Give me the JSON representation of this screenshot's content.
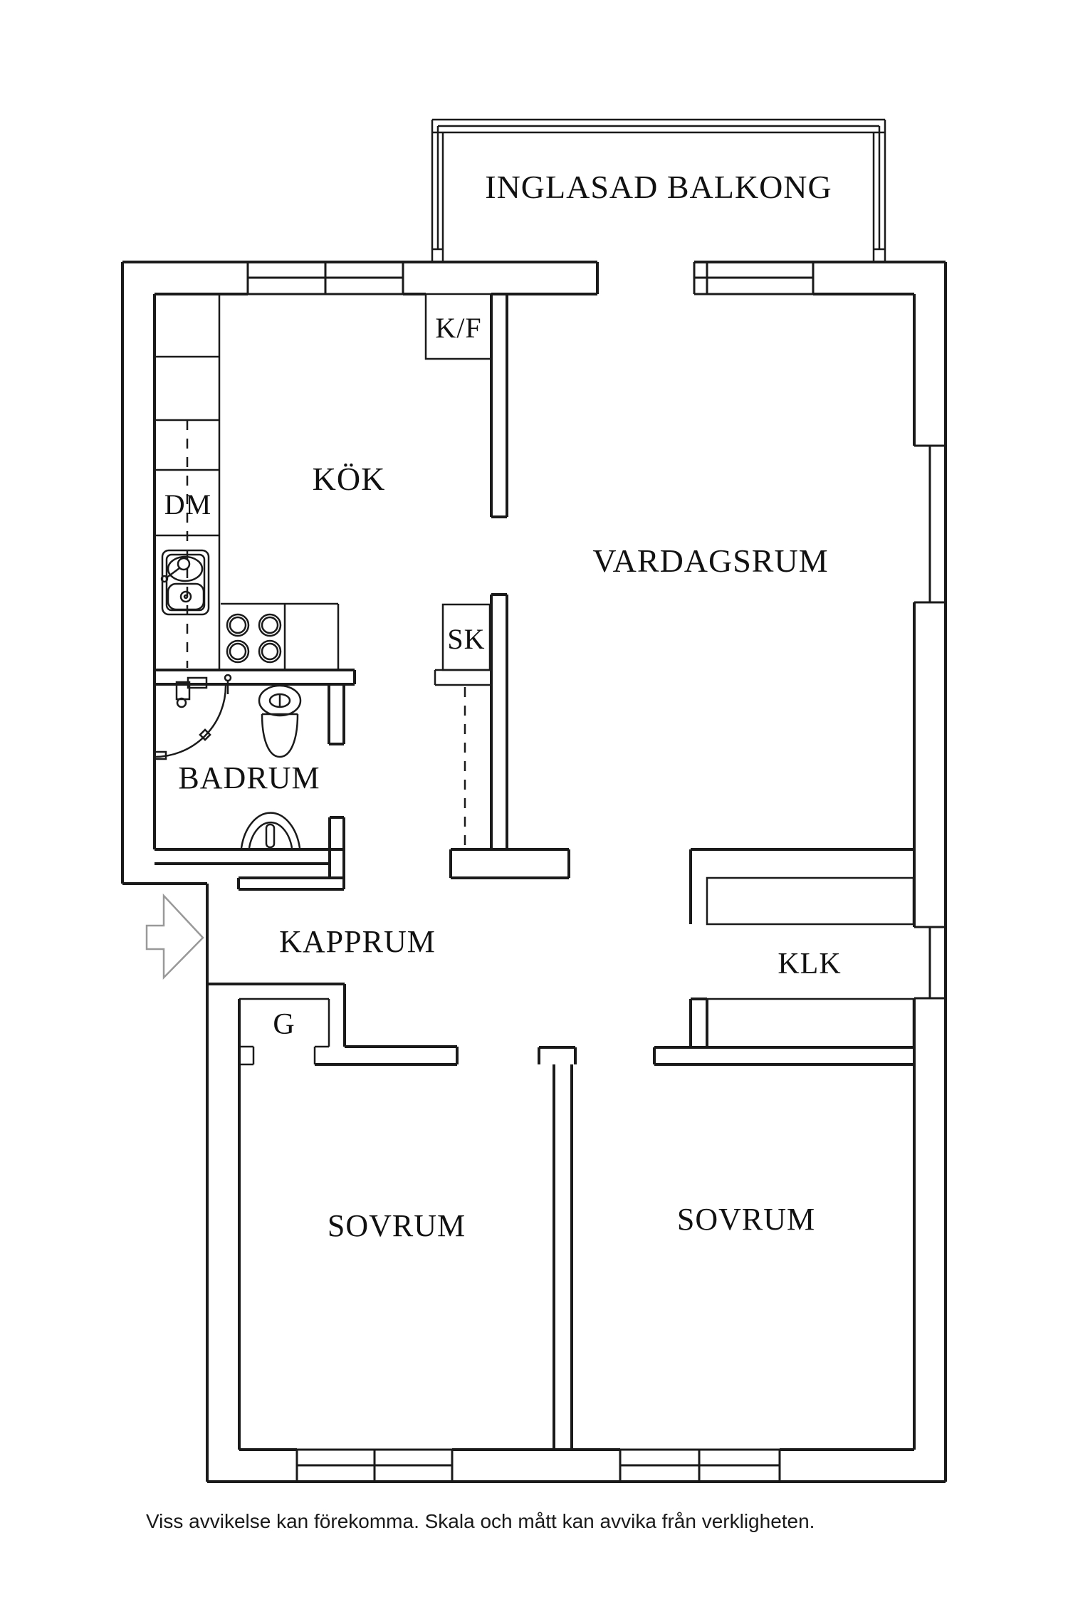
{
  "plan": {
    "title": "apartment-floor-plan",
    "line_color": "#1a1a1a",
    "arrow_color": "#999999",
    "rooms": {
      "balcony": "INGLASAD BALKONG",
      "kitchen": "KÖK",
      "living_room": "VARDAGSRUM",
      "bathroom": "BADRUM",
      "hallway": "KAPPRUM",
      "walk_in_closet": "KLK",
      "bedroom_left": "SOVRUM",
      "bedroom_right": "SOVRUM"
    },
    "fixtures": {
      "fridge_freezer": "K/F",
      "dishwasher": "DM",
      "cleaning_cabinet": "SK",
      "wardrobe": "G"
    },
    "footer": {
      "disclaimer": "Viss avvikelse kan förekomma. Skala och mått kan avvika från verkligheten."
    }
  }
}
